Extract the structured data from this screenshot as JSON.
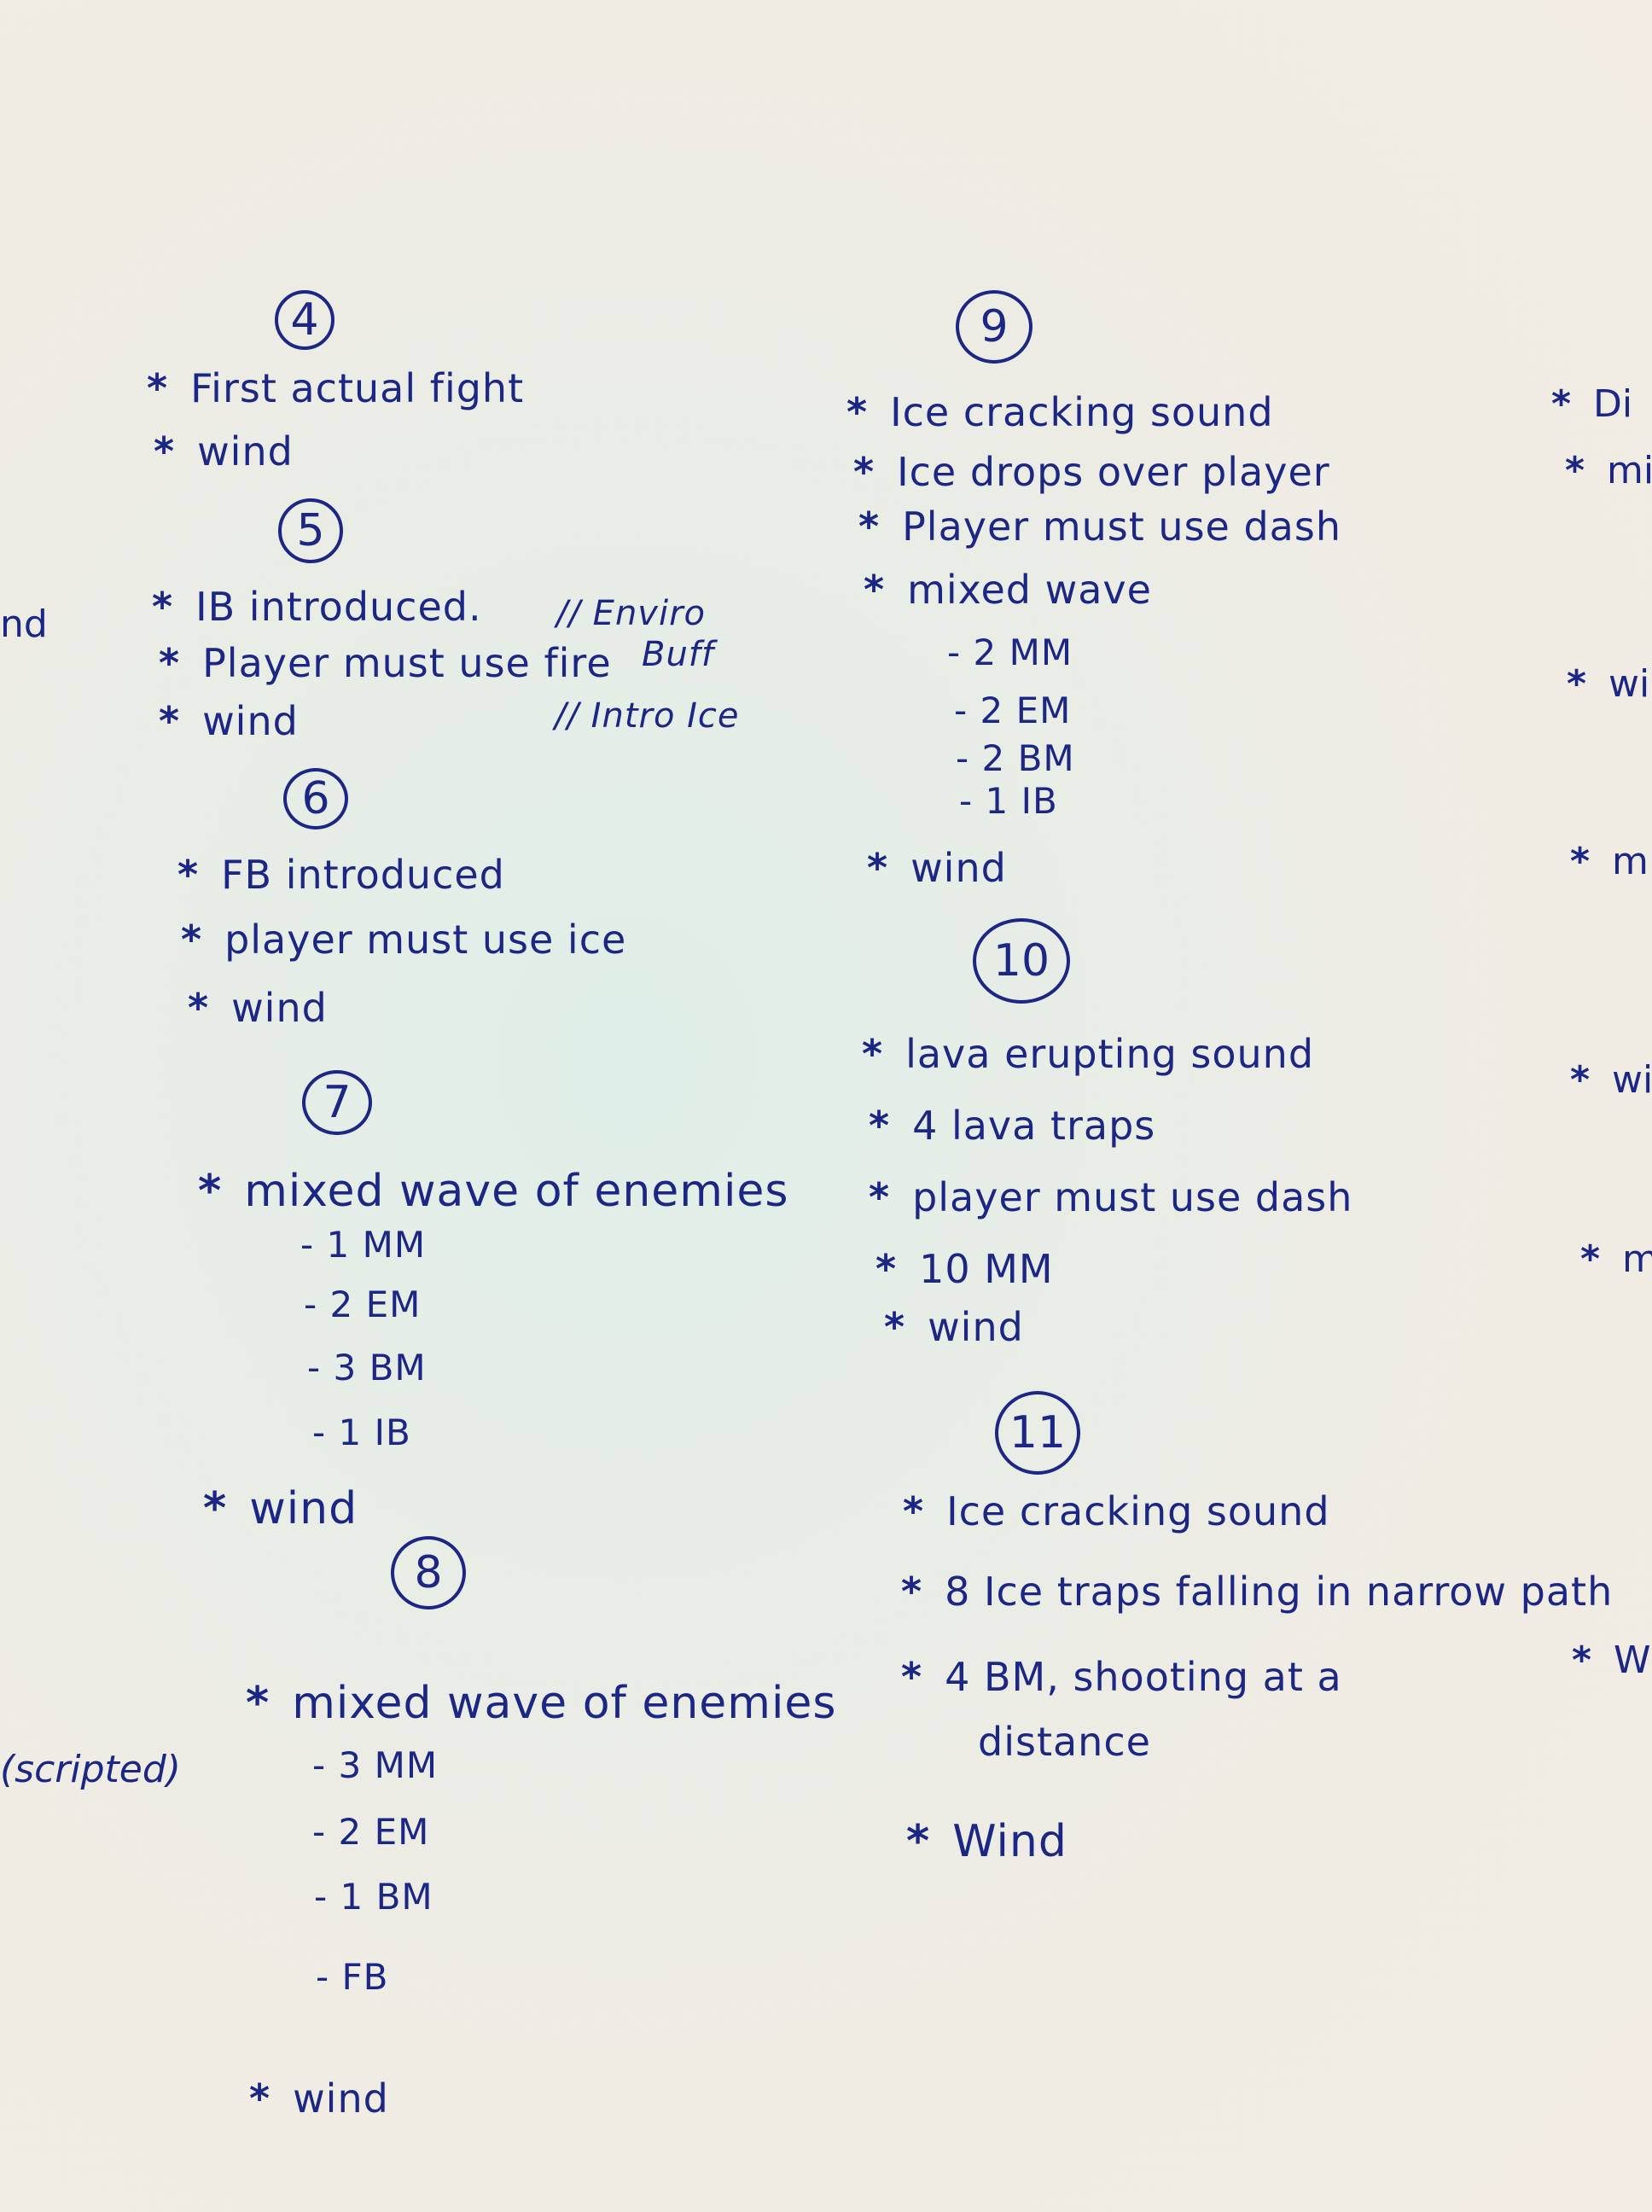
{
  "sections": {
    "s4": {
      "number": "4",
      "lines": [
        "First actual fight",
        "wind"
      ]
    },
    "s5": {
      "number": "5",
      "lines": [
        "IB introduced.",
        "Player must use fire",
        "wind"
      ],
      "notes": [
        "// Enviro",
        "Buff",
        "// Intro Ice"
      ]
    },
    "s6": {
      "number": "6",
      "lines": [
        "FB introduced",
        "player must use ice",
        "wind"
      ]
    },
    "s7": {
      "number": "7",
      "lines": [
        "mixed wave of enemies",
        "wind"
      ],
      "sub": [
        "- 1 MM",
        "- 2 EM",
        "- 3 BM",
        "- 1 IB"
      ]
    },
    "s8": {
      "number": "8",
      "lines": [
        "mixed wave of enemies",
        "wind"
      ],
      "sub": [
        "- 3 MM",
        "- 2 EM",
        "- 1 BM",
        "- FB"
      ]
    },
    "s9": {
      "number": "9",
      "lines": [
        "Ice cracking sound",
        "Ice drops over player",
        "Player must use dash",
        "mixed wave",
        "wind"
      ],
      "sub": [
        "- 2 MM",
        "- 2 EM",
        "- 2 BM",
        "- 1 IB"
      ]
    },
    "s10": {
      "number": "10",
      "lines": [
        "lava erupting sound",
        "4 lava traps",
        "player must use dash",
        "10 MM",
        "wind"
      ]
    },
    "s11": {
      "number": "11",
      "lines": [
        "Ice cracking sound",
        "8 Ice traps falling in narrow path",
        "4 BM, shooting at a",
        "distance",
        "Wind"
      ]
    }
  },
  "left_edge": [
    "nd",
    "(scripted)"
  ],
  "right_edge": [
    "Di",
    "mi",
    "wi",
    "m",
    "wi",
    "m",
    "W"
  ],
  "star_symbol": "*"
}
